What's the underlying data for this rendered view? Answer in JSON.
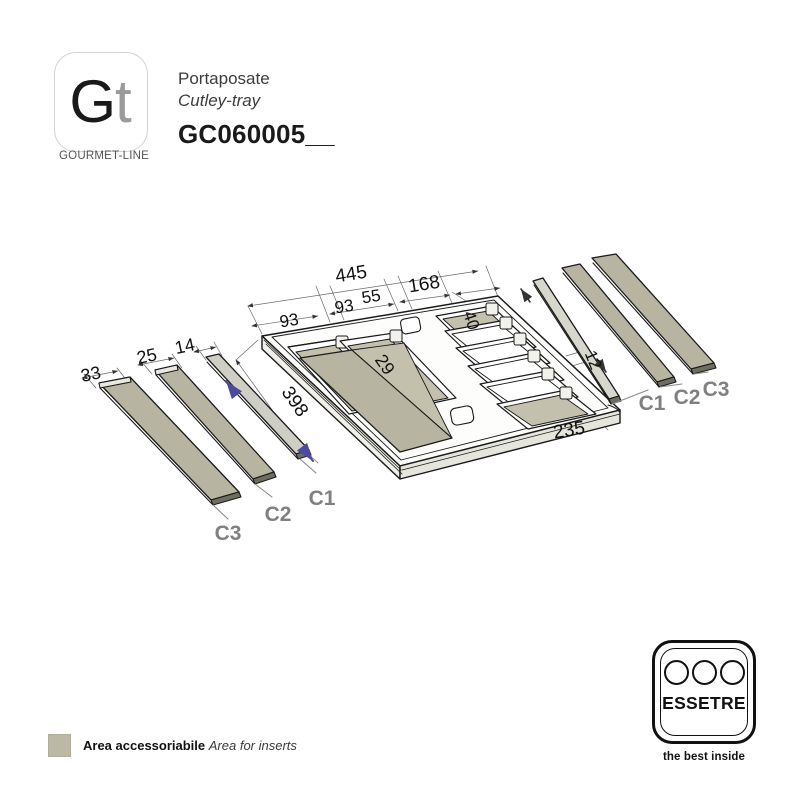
{
  "brand": {
    "logo_mark_g": "G",
    "logo_mark_t": "t",
    "logo_caption": "GOURMET-LINE"
  },
  "header": {
    "title_it": "Portaposate",
    "title_en": "Cutley-tray",
    "product_code": "GC060005__"
  },
  "drawing": {
    "dimensions": {
      "overall_width": "445",
      "seg_1": "93",
      "seg_2": "93",
      "seg_3": "55",
      "seg_4": "168",
      "overall_depth": "398",
      "front_width": "235",
      "insert_width": "29",
      "insert_diameter": "40",
      "wall_thickness": "12"
    },
    "strips_left": [
      {
        "id": "C3",
        "width": "33"
      },
      {
        "id": "C2",
        "width": "25"
      },
      {
        "id": "C1",
        "width": "14"
      }
    ],
    "strips_right": [
      {
        "id": "C1"
      },
      {
        "id": "C2"
      },
      {
        "id": "C3"
      }
    ],
    "colors": {
      "insert_fill": "#bbb9a5",
      "tray_fill": "#ffffff",
      "outline": "#1a1a1a",
      "dimension_line": "#555555",
      "label_gray": "#808080",
      "arrow_accent": "#4a4a9e"
    }
  },
  "legend": {
    "swatch_color": "#bbb9a5",
    "label_it": "Area accessoriabile",
    "label_en": "Area for inserts"
  },
  "footer_logo": {
    "name": "ESSETRE",
    "tagline": "the best inside",
    "circle_count": 3
  }
}
